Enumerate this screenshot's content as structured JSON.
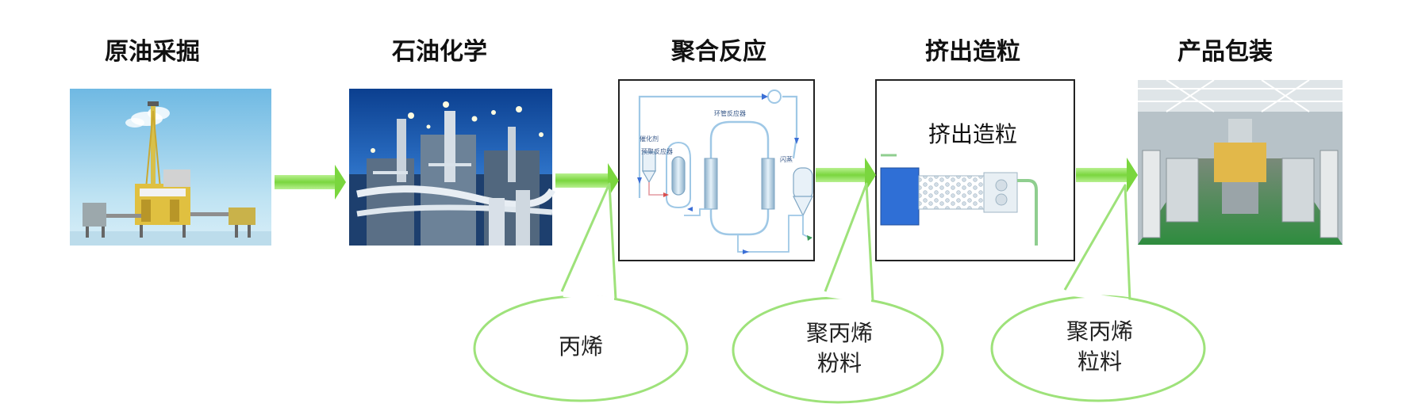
{
  "stages": [
    {
      "title": "原油采掘"
    },
    {
      "title": "石油化学"
    },
    {
      "title": "聚合反应"
    },
    {
      "title": "挤出造粒"
    },
    {
      "title": "产品包装"
    }
  ],
  "extrusion_panel": {
    "title": "挤出造粒"
  },
  "reactor_panel": {
    "labels": [
      "环管反应器",
      "催化剂",
      "预聚反应器",
      "闪蒸"
    ]
  },
  "bubbles": [
    {
      "line1": "丙烯",
      "line2": ""
    },
    {
      "line1": "聚丙烯",
      "line2": "粉料"
    },
    {
      "line1": "聚丙烯",
      "line2": "粒料"
    }
  ],
  "colors": {
    "arrow_green": "#8fe05a",
    "bubble_stroke": "#9ee27a",
    "pipe_blue": "#9fc8e6",
    "extruder_blue": "#2f6fd6",
    "frame": "#222222"
  }
}
